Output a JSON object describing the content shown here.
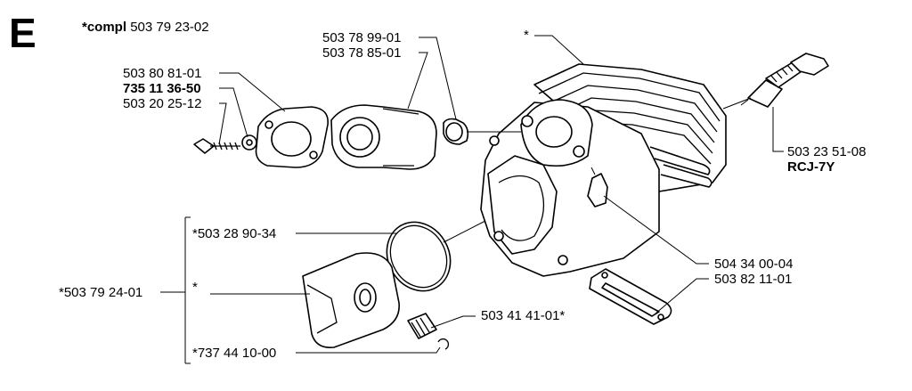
{
  "section_letter": "E",
  "header": {
    "prefix": "*compl",
    "number": "503 79 23-02"
  },
  "labels": {
    "gasket_left": "503 80 81-01",
    "washer": "735 11 36-50",
    "screw": "503 20 25-12",
    "intake_a": "503 78 99-01",
    "intake_b": "503 78 85-01",
    "cylinder_star": "*",
    "spark_plug_number": "503 23 51-08",
    "spark_plug_type": "RCJ-7Y",
    "piston_ring": "*503 28 90-34",
    "piston_assembly": "*503 79 24-01",
    "piston_star": "*",
    "circlip": "*737 44 10-00",
    "needle_bearing": "503 41 41-01*",
    "decomp_valve": "504 34 00-04",
    "base_gasket": "503 82 11-01"
  }
}
